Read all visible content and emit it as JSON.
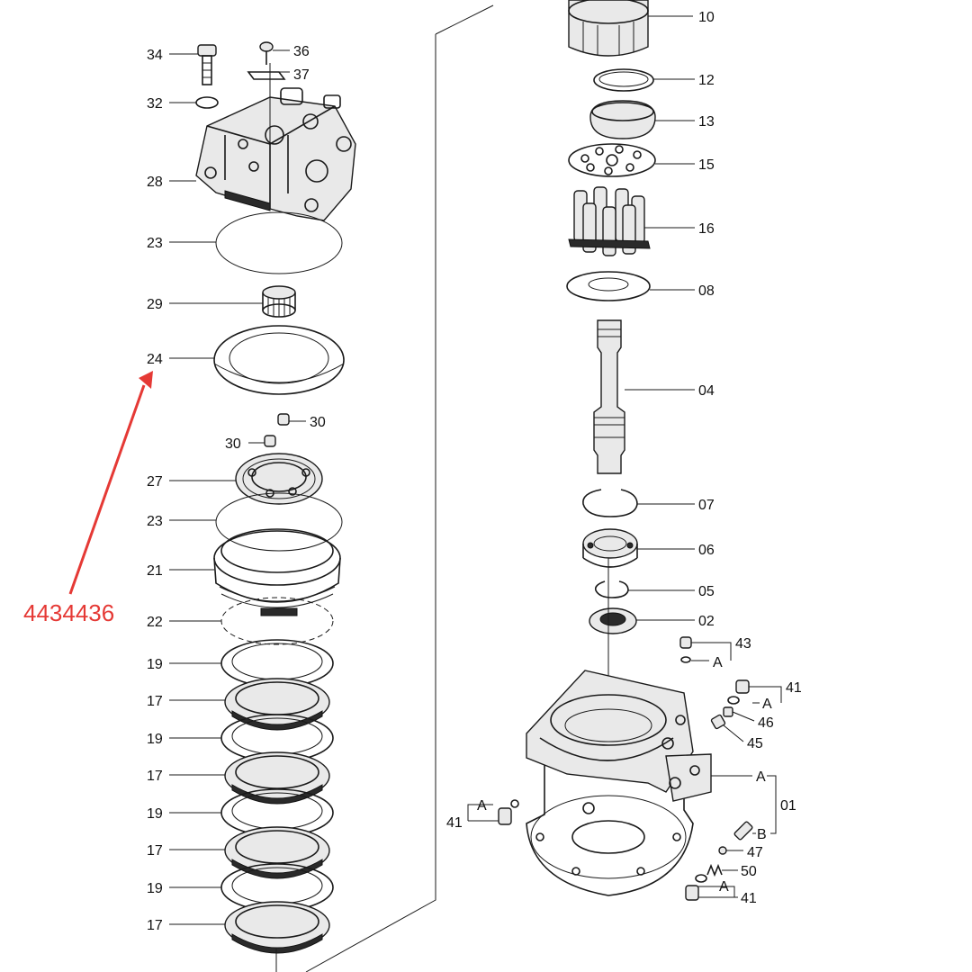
{
  "annotation": {
    "part_number": "4434436",
    "color": "#e53935"
  },
  "callouts": {
    "c34": "34",
    "c36": "36",
    "c37": "37",
    "c32": "32",
    "c28": "28",
    "c23a": "23",
    "c29": "29",
    "c24": "24",
    "c30a": "30",
    "c30b": "30",
    "c27": "27",
    "c23b": "23",
    "c21": "21",
    "c22": "22",
    "c19a": "19",
    "c17a": "17",
    "c19b": "19",
    "c17b": "17",
    "c19c": "19",
    "c17c": "17",
    "c19d": "19",
    "c17d": "17",
    "c10": "10",
    "c12": "12",
    "c13": "13",
    "c15": "15",
    "c16": "16",
    "c08": "08",
    "c04": "04",
    "c07": "07",
    "c06": "06",
    "c05": "05",
    "c02": "02",
    "c43": "43",
    "cA1": "A",
    "c41a": "41",
    "cA2": "A",
    "c46": "46",
    "c45": "45",
    "cA3": "A",
    "c01": "01",
    "cB": "B",
    "cA4": "A",
    "c41b": "41",
    "c47": "47",
    "c50": "50",
    "cA5": "A",
    "c41c": "41"
  }
}
